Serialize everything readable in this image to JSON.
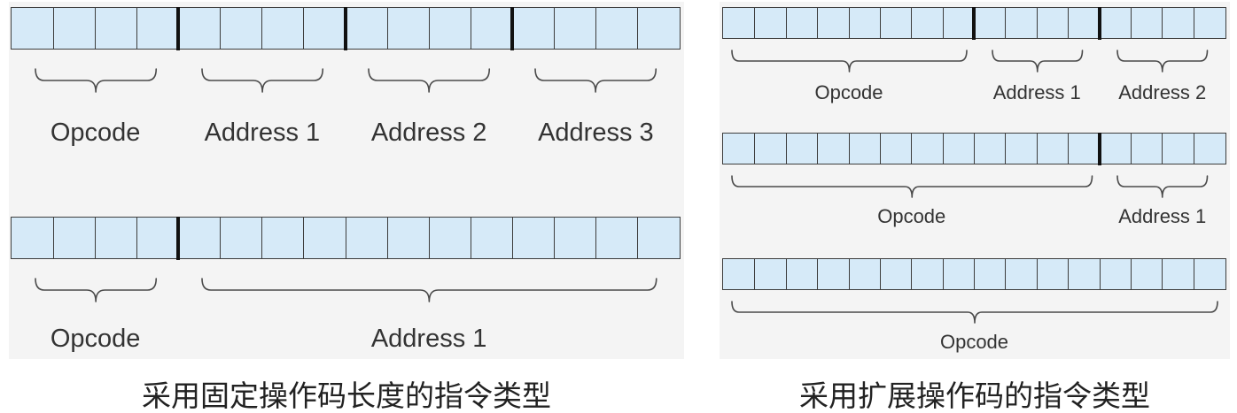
{
  "colors": {
    "panel_bg": "#f4f4f4",
    "cell_fill": "#d6eaf8",
    "cell_border": "#3d3d3d",
    "divider": "#111111",
    "brace": "#4a4a4a",
    "label_text": "#333333",
    "caption_text": "#222222"
  },
  "fixed_opcode": {
    "caption": "采用固定操作码长度的指令类型",
    "formats": [
      {
        "fields": [
          {
            "label": "Opcode",
            "span": 4
          },
          {
            "label": "Address 1",
            "span": 4
          },
          {
            "label": "Address 2",
            "span": 4
          },
          {
            "label": "Address 3",
            "span": 4
          }
        ]
      },
      {
        "fields": [
          {
            "label": "Opcode",
            "span": 4
          },
          {
            "label": "Address 1",
            "span": 12
          }
        ]
      }
    ]
  },
  "expanding_opcode": {
    "caption": "采用扩展操作码的指令类型",
    "formats": [
      {
        "fields": [
          {
            "label": "Opcode",
            "span": 8
          },
          {
            "label": "Address 1",
            "span": 4
          },
          {
            "label": "Address 2",
            "span": 4
          }
        ]
      },
      {
        "fields": [
          {
            "label": "Opcode",
            "span": 12
          },
          {
            "label": "Address 1",
            "span": 4
          }
        ]
      },
      {
        "fields": [
          {
            "label": "Opcode",
            "span": 16
          }
        ]
      }
    ]
  }
}
